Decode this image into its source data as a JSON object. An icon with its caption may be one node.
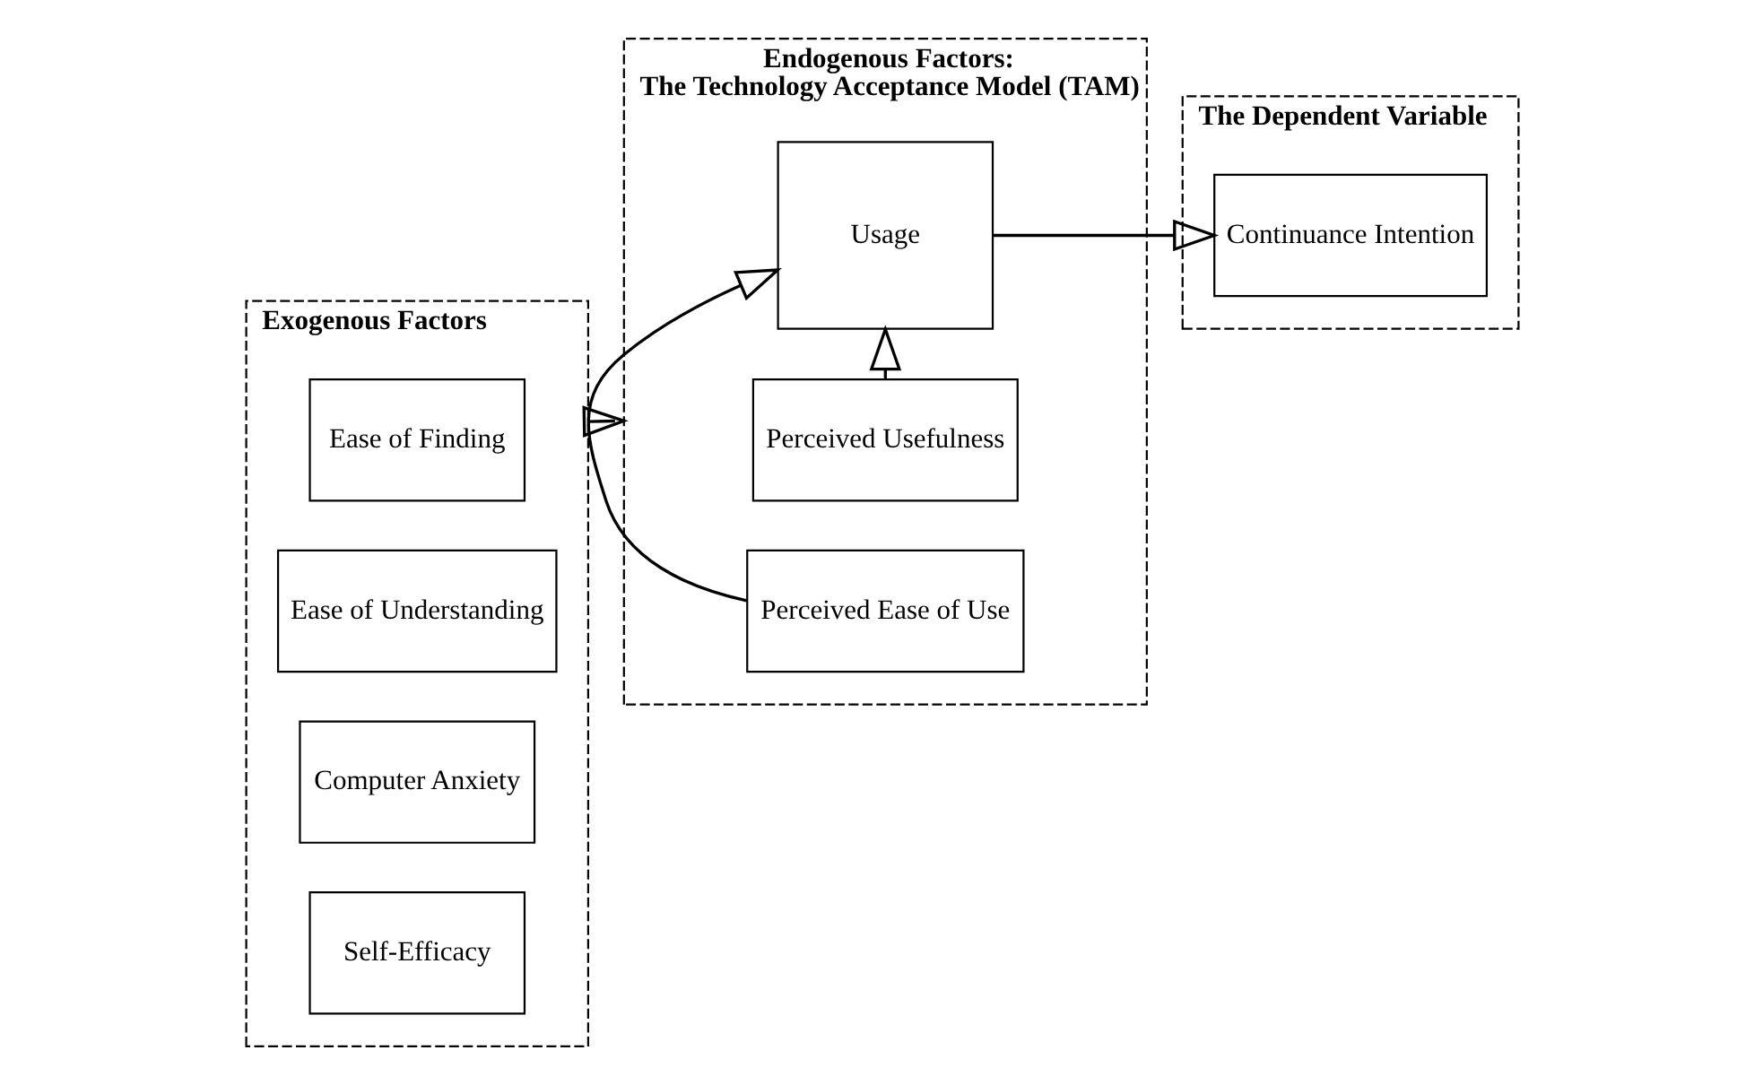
{
  "diagram": {
    "nodes": [
      {
        "text": [
          "Exogenous Factors"
        ]
      },
      {
        "text": [
          "Ease of Finding"
        ],
        "in": 0
      },
      {
        "text": [
          "Ease of Understanding"
        ],
        "in": 0
      },
      {
        "text": [
          "Computer Anxiety"
        ],
        "in": 0
      },
      {
        "text": [
          "Self-Efficacy"
        ],
        "in": 0
      },
      {
        "text": [
          "Endogenous Factors:",
          "The Technology Acceptance Model (TAM)"
        ]
      },
      {
        "text": [
          "Perceived Usefulness"
        ],
        "in": 5
      },
      {
        "text": [
          "Perceived Ease of Use"
        ],
        "in": 5
      },
      {
        "text": [
          "Usage"
        ],
        "in": 5
      },
      {
        "text": [
          "The Dependent Variable"
        ]
      },
      {
        "text": [
          "Continuance Intention"
        ],
        "in": 9
      }
    ],
    "edges": [
      {
        "from": 0,
        "to": 5,
        "arrow": "to"
      },
      {
        "from": 6,
        "to": 8,
        "arrow": "to"
      },
      {
        "from": 7,
        "to": 8,
        "arrow": "to"
      },
      {
        "from": 8,
        "to": 10,
        "arrow": "to"
      }
    ]
  }
}
